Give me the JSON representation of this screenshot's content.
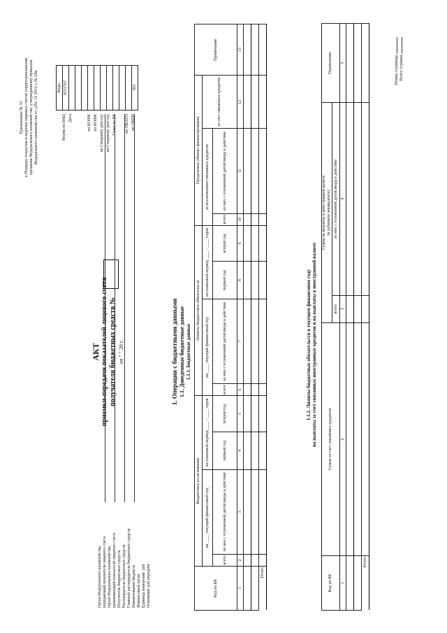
{
  "header_note": {
    "appendix": "Приложение № 33",
    "line1": "к Порядку открытия и ведения лицевых счетов территориальными",
    "line2": "органами Федерального казначейства, утвержденному приказом",
    "line3": "Федерального казначейства от «29» 12 2012 г. № 24н"
  },
  "title": {
    "act": "АКТ",
    "line1": "приемки-передачи показателей лицевого счета",
    "line2": "получателя бюджетных средств №",
    "date_line": "от \" \" 20 г."
  },
  "codes": {
    "header": "Коды",
    "form_label": "Форма по КФД",
    "form_code": "0531767",
    "date_label": "Дата",
    "kofk1": "по КОФК",
    "kofk2": "по КОФК",
    "svod1": "по Сводному реестру",
    "svod2": "по Сводному реестру",
    "glava": "Глава по БК",
    "okato": "по ОКАТО",
    "okei": "по ОКЕИ",
    "okei_code": "383"
  },
  "left_labels": [
    "Орган Федерального казначейства,",
    "передающий показатели лицевого счета",
    "Орган Федерального казначейства,",
    "принимающий показатели лицевого счета",
    "Получатель бюджетных средств",
    "Распорядитель бюджетных средств",
    "Главный распорядитель бюджетных средств",
    "Наименование бюджета",
    "Финансовый орган",
    "Единица измерения: руб",
    "Основание для передачи"
  ],
  "section1": {
    "title": "1. Операции с бюджетными данными",
    "sub1": "1.1. Доведенные бюджетные данные",
    "sub11": "1.1.1. Бюджетные данные"
  },
  "table1": {
    "kbk": "Код по БК",
    "ba": "Бюджетные ассигнования",
    "lbo": "Лимиты бюджетных обязательств",
    "pof": "Предельные объемы финансирования",
    "note": "Примечание",
    "on_current": "на ____ текущий финансовый год",
    "on_plan": "на плановый период ____ - ____ годов",
    "total": "всего",
    "of_which": "из них с отложенной датой ввода в действие",
    "first": "первый год",
    "second": "второй год",
    "excl": "за исключением связанных кредитов",
    "incl": "за счет связанных кредитов",
    "nums": [
      "1",
      "2",
      "3",
      "4",
      "5",
      "6",
      "7",
      "8",
      "9",
      "10",
      "11",
      "12",
      "13"
    ],
    "itogo": "Итого"
  },
  "section112": {
    "title1": "1.1.2. Лимиты бюджетных обязательств в текущем финансовом году",
    "title2": "на выплаты за счет связанных иностранных кредитов и на выплаты в иностранной валюте"
  },
  "table2": {
    "kbk": "Код по БК",
    "sum_credits": "Сумма за счет связанных кредитов",
    "sum_fx": "Сумма на выплаты в иностранной валюте",
    "sum_fx_sub": "(в рублевом эквиваленте)",
    "total": "всего",
    "of_which": "из них с отложенной датой ввода в действие",
    "note": "Примечание",
    "nums": [
      "1",
      "2",
      "3",
      "4",
      "5"
    ],
    "itogo": "Итого"
  },
  "footer": {
    "page_no": "Номер страницы",
    "pages_total": "Всего страниц"
  }
}
